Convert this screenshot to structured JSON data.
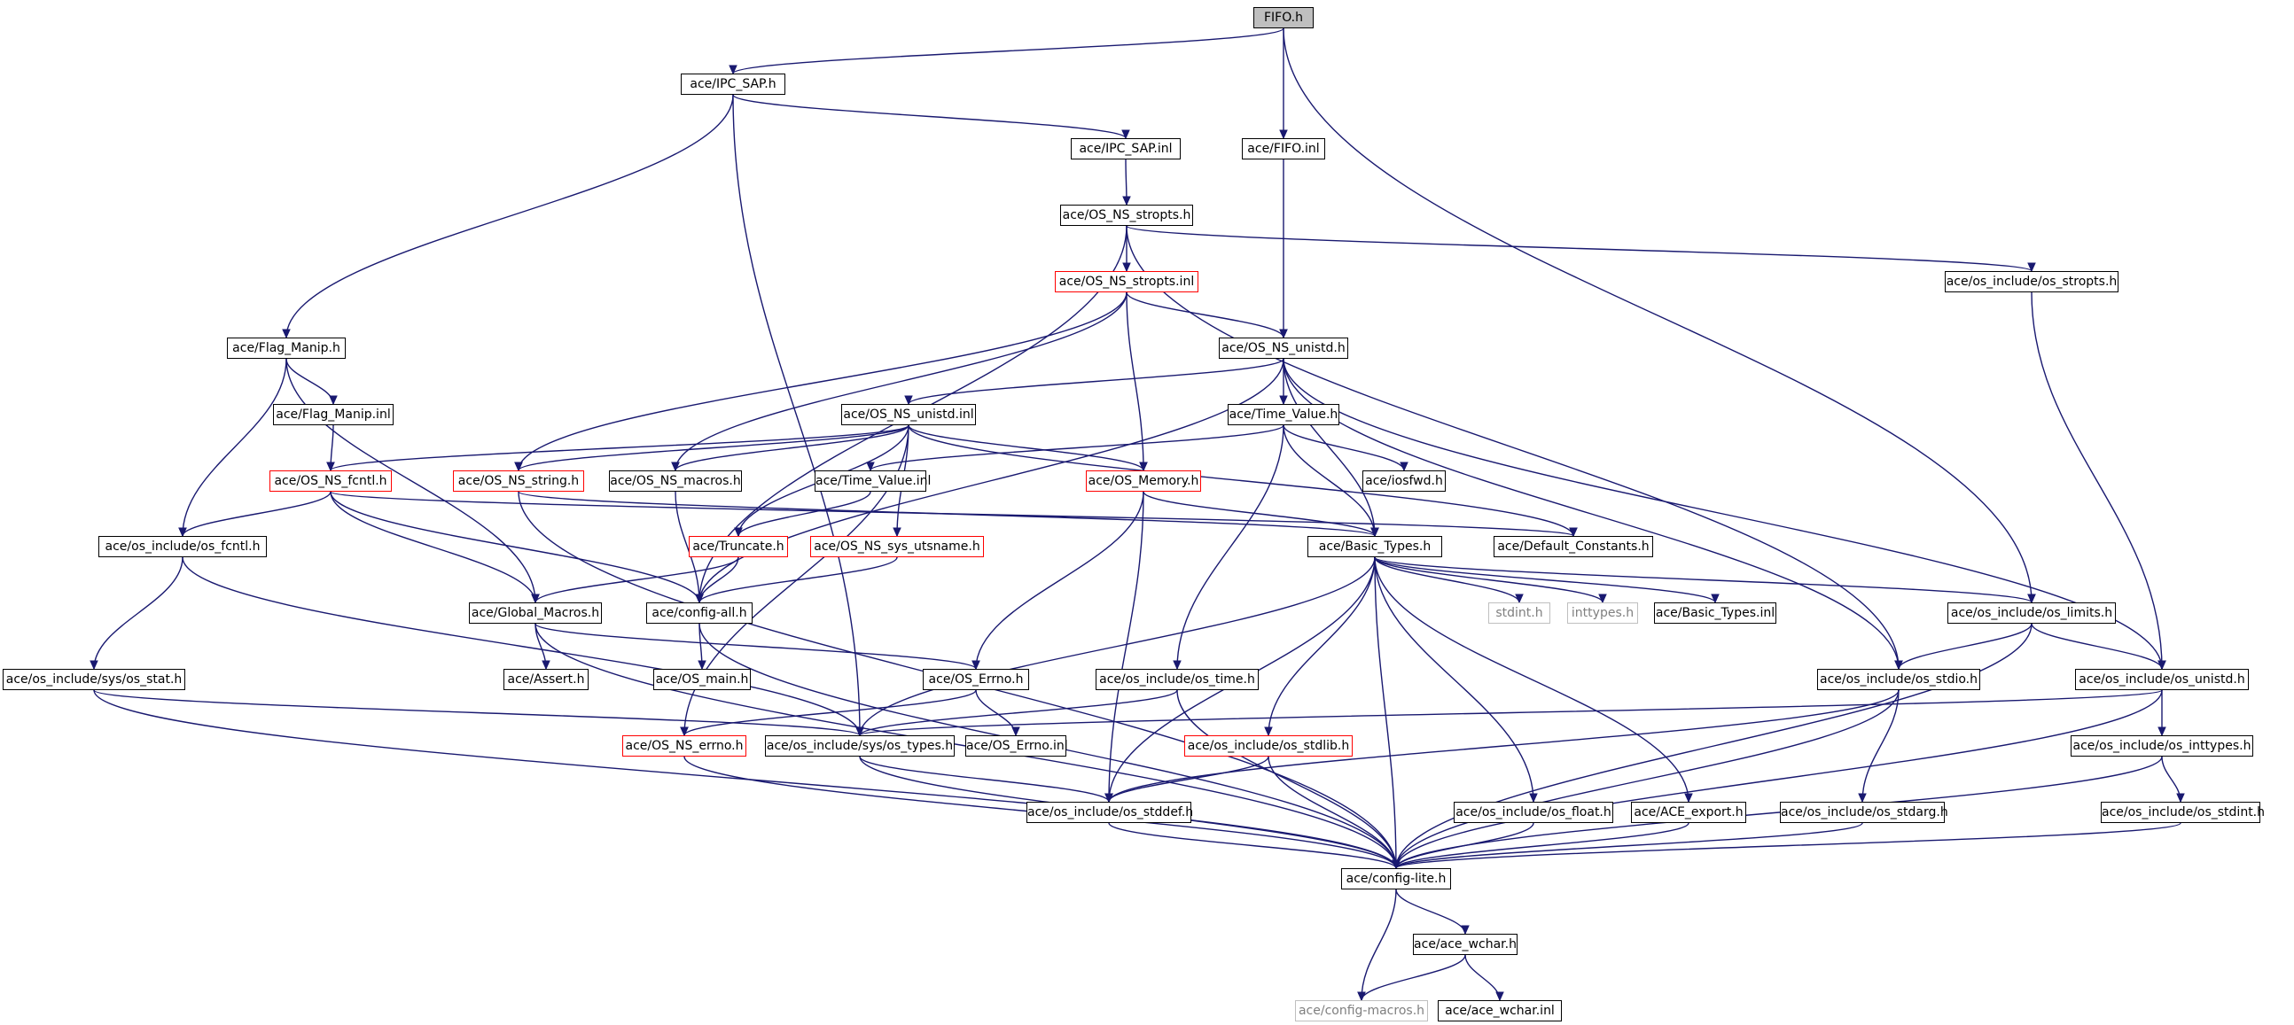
{
  "colors": {
    "edge": "#191970",
    "root_fill": "#bfbfbf",
    "node_border": "#000000",
    "truncated_border": "#ff0000",
    "missing_border": "#bfbfbf"
  },
  "nodes": {
    "fifo_h": {
      "label": "FIFO.h",
      "style": "root"
    },
    "ipc_sap_h": {
      "label": "ace/IPC_SAP.h",
      "style": "normal"
    },
    "ipc_sap_inl": {
      "label": "ace/IPC_SAP.inl",
      "style": "normal"
    },
    "fifo_inl": {
      "label": "ace/FIFO.inl",
      "style": "normal"
    },
    "os_ns_stropts_h": {
      "label": "ace/OS_NS_stropts.h",
      "style": "normal"
    },
    "os_ns_stropts_inl": {
      "label": "ace/OS_NS_stropts.inl",
      "style": "truncated"
    },
    "os_include_stropts_h": {
      "label": "ace/os_include/os_stropts.h",
      "style": "normal"
    },
    "flag_manip_h": {
      "label": "ace/Flag_Manip.h",
      "style": "normal"
    },
    "os_ns_unistd_h": {
      "label": "ace/OS_NS_unistd.h",
      "style": "normal"
    },
    "flag_manip_inl": {
      "label": "ace/Flag_Manip.inl",
      "style": "normal"
    },
    "os_ns_unistd_inl": {
      "label": "ace/OS_NS_unistd.inl",
      "style": "normal"
    },
    "time_value_h": {
      "label": "ace/Time_Value.h",
      "style": "normal"
    },
    "os_ns_fcntl_h": {
      "label": "ace/OS_NS_fcntl.h",
      "style": "truncated"
    },
    "os_ns_string_h": {
      "label": "ace/OS_NS_string.h",
      "style": "truncated"
    },
    "os_ns_macros_h": {
      "label": "ace/OS_NS_macros.h",
      "style": "normal"
    },
    "time_value_inl": {
      "label": "ace/Time_Value.inl",
      "style": "normal"
    },
    "os_memory_h": {
      "label": "ace/OS_Memory.h",
      "style": "truncated"
    },
    "iosfwd_h": {
      "label": "ace/iosfwd.h",
      "style": "normal"
    },
    "os_include_os_fcntl_h": {
      "label": "ace/os_include/os_fcntl.h",
      "style": "normal"
    },
    "truncate_h": {
      "label": "ace/Truncate.h",
      "style": "truncated"
    },
    "os_ns_sys_utsname_h": {
      "label": "ace/OS_NS_sys_utsname.h",
      "style": "truncated"
    },
    "default_constants_h": {
      "label": "ace/Default_Constants.h",
      "style": "normal"
    },
    "basic_types_h": {
      "label": "ace/Basic_Types.h",
      "style": "normal"
    },
    "global_macros_h": {
      "label": "ace/Global_Macros.h",
      "style": "normal"
    },
    "config_all_h": {
      "label": "ace/config-all.h",
      "style": "normal"
    },
    "stdint_h": {
      "label": "stdint.h",
      "style": "missing"
    },
    "inttypes_h": {
      "label": "inttypes.h",
      "style": "missing"
    },
    "basic_types_inl": {
      "label": "ace/Basic_Types.inl",
      "style": "normal"
    },
    "os_include_os_limits_h": {
      "label": "ace/os_include/os_limits.h",
      "style": "normal"
    },
    "os_include_sys_os_stat_h": {
      "label": "ace/os_include/sys/os_stat.h",
      "style": "normal"
    },
    "assert_h": {
      "label": "ace/Assert.h",
      "style": "normal"
    },
    "os_main_h": {
      "label": "ace/OS_main.h",
      "style": "normal"
    },
    "os_errno_h": {
      "label": "ace/OS_Errno.h",
      "style": "normal"
    },
    "os_include_os_time_h": {
      "label": "ace/os_include/os_time.h",
      "style": "normal"
    },
    "os_include_os_stdio_h": {
      "label": "ace/os_include/os_stdio.h",
      "style": "normal"
    },
    "os_include_os_unistd_h": {
      "label": "ace/os_include/os_unistd.h",
      "style": "normal"
    },
    "os_ns_errno_h": {
      "label": "ace/OS_NS_errno.h",
      "style": "truncated"
    },
    "os_include_sys_os_types_h": {
      "label": "ace/os_include/sys/os_types.h",
      "style": "normal"
    },
    "os_errno_inl": {
      "label": "ace/OS_Errno.inl",
      "style": "normal"
    },
    "os_include_os_stdlib_h": {
      "label": "ace/os_include/os_stdlib.h",
      "style": "truncated"
    },
    "os_include_os_inttypes_h": {
      "label": "ace/os_include/os_inttypes.h",
      "style": "normal"
    },
    "os_include_os_stddef_h": {
      "label": "ace/os_include/os_stddef.h",
      "style": "normal"
    },
    "os_include_os_float_h": {
      "label": "ace/os_include/os_float.h",
      "style": "normal"
    },
    "ace_export_h": {
      "label": "ace/ACE_export.h",
      "style": "normal"
    },
    "os_include_os_stdarg_h": {
      "label": "ace/os_include/os_stdarg.h",
      "style": "normal"
    },
    "os_include_os_stdint_h": {
      "label": "ace/os_include/os_stdint.h",
      "style": "normal"
    },
    "config_lite_h": {
      "label": "ace/config-lite.h",
      "style": "normal"
    },
    "ace_wchar_h": {
      "label": "ace/ace_wchar.h",
      "style": "normal"
    },
    "config_macros_h": {
      "label": "ace/config-macros.h",
      "style": "missing"
    },
    "ace_wchar_inl": {
      "label": "ace/ace_wchar.inl",
      "style": "normal"
    }
  },
  "edges": [
    [
      "fifo_h",
      "ipc_sap_h"
    ],
    [
      "fifo_h",
      "fifo_inl"
    ],
    [
      "fifo_h",
      "os_include_os_limits_h"
    ],
    [
      "ipc_sap_h",
      "ipc_sap_inl"
    ],
    [
      "ipc_sap_h",
      "flag_manip_h"
    ],
    [
      "ipc_sap_h",
      "os_include_sys_os_types_h"
    ],
    [
      "ipc_sap_inl",
      "os_ns_stropts_h"
    ],
    [
      "fifo_inl",
      "os_ns_unistd_h"
    ],
    [
      "os_ns_stropts_h",
      "os_ns_stropts_inl"
    ],
    [
      "os_ns_stropts_h",
      "os_include_stropts_h"
    ],
    [
      "os_ns_stropts_h",
      "config_all_h"
    ],
    [
      "os_ns_stropts_h",
      "os_include_os_stdio_h"
    ],
    [
      "os_ns_stropts_inl",
      "os_ns_unistd_h"
    ],
    [
      "os_ns_stropts_inl",
      "os_ns_string_h"
    ],
    [
      "os_ns_stropts_inl",
      "os_ns_macros_h"
    ],
    [
      "os_ns_stropts_inl",
      "os_memory_h"
    ],
    [
      "os_include_stropts_h",
      "os_include_os_unistd_h"
    ],
    [
      "flag_manip_h",
      "flag_manip_inl"
    ],
    [
      "flag_manip_h",
      "os_include_os_fcntl_h"
    ],
    [
      "flag_manip_h",
      "global_macros_h"
    ],
    [
      "flag_manip_inl",
      "os_ns_fcntl_h"
    ],
    [
      "os_ns_unistd_h",
      "os_ns_unistd_inl"
    ],
    [
      "os_ns_unistd_h",
      "time_value_h"
    ],
    [
      "os_ns_unistd_h",
      "basic_types_h"
    ],
    [
      "os_ns_unistd_h",
      "config_all_h"
    ],
    [
      "os_ns_unistd_h",
      "os_include_os_unistd_h"
    ],
    [
      "os_ns_unistd_h",
      "os_include_os_stdio_h"
    ],
    [
      "os_ns_unistd_inl",
      "os_ns_fcntl_h"
    ],
    [
      "os_ns_unistd_inl",
      "os_ns_string_h"
    ],
    [
      "os_ns_unistd_inl",
      "os_ns_macros_h"
    ],
    [
      "os_ns_unistd_inl",
      "os_memory_h"
    ],
    [
      "os_ns_unistd_inl",
      "truncate_h"
    ],
    [
      "os_ns_unistd_inl",
      "os_ns_sys_utsname_h"
    ],
    [
      "os_ns_unistd_inl",
      "default_constants_h"
    ],
    [
      "os_ns_unistd_inl",
      "os_ns_errno_h"
    ],
    [
      "time_value_h",
      "time_value_inl"
    ],
    [
      "time_value_h",
      "iosfwd_h"
    ],
    [
      "time_value_h",
      "basic_types_h"
    ],
    [
      "time_value_h",
      "os_include_os_time_h"
    ],
    [
      "os_ns_fcntl_h",
      "os_include_os_fcntl_h"
    ],
    [
      "os_ns_fcntl_h",
      "global_macros_h"
    ],
    [
      "os_ns_fcntl_h",
      "config_all_h"
    ],
    [
      "os_ns_fcntl_h",
      "default_constants_h"
    ],
    [
      "os_ns_string_h",
      "basic_types_h"
    ],
    [
      "os_ns_string_h",
      "config_lite_h"
    ],
    [
      "os_ns_macros_h",
      "config_all_h"
    ],
    [
      "time_value_inl",
      "truncate_h"
    ],
    [
      "os_memory_h",
      "basic_types_h"
    ],
    [
      "os_memory_h",
      "os_errno_h"
    ],
    [
      "os_memory_h",
      "os_include_os_stddef_h"
    ],
    [
      "os_include_os_fcntl_h",
      "os_include_sys_os_stat_h"
    ],
    [
      "os_include_os_fcntl_h",
      "os_include_sys_os_types_h"
    ],
    [
      "truncate_h",
      "global_macros_h"
    ],
    [
      "truncate_h",
      "config_all_h"
    ],
    [
      "os_ns_sys_utsname_h",
      "config_all_h"
    ],
    [
      "basic_types_h",
      "stdint_h"
    ],
    [
      "basic_types_h",
      "inttypes_h"
    ],
    [
      "basic_types_h",
      "basic_types_inl"
    ],
    [
      "basic_types_h",
      "os_include_os_limits_h"
    ],
    [
      "basic_types_h",
      "os_include_os_stdlib_h"
    ],
    [
      "basic_types_h",
      "os_include_os_float_h"
    ],
    [
      "basic_types_h",
      "ace_export_h"
    ],
    [
      "basic_types_h",
      "config_lite_h"
    ],
    [
      "basic_types_h",
      "os_include_sys_os_types_h"
    ],
    [
      "basic_types_h",
      "os_include_os_stddef_h"
    ],
    [
      "global_macros_h",
      "assert_h"
    ],
    [
      "global_macros_h",
      "os_errno_h"
    ],
    [
      "global_macros_h",
      "config_lite_h"
    ],
    [
      "config_all_h",
      "os_main_h"
    ],
    [
      "config_all_h",
      "config_lite_h"
    ],
    [
      "os_include_os_limits_h",
      "os_include_os_unistd_h"
    ],
    [
      "os_include_os_limits_h",
      "os_include_os_stdio_h"
    ],
    [
      "os_include_os_limits_h",
      "config_lite_h"
    ],
    [
      "os_include_sys_os_stat_h",
      "os_include_sys_os_types_h"
    ],
    [
      "os_include_sys_os_stat_h",
      "config_lite_h"
    ],
    [
      "os_errno_h",
      "os_errno_inl"
    ],
    [
      "os_errno_h",
      "os_ns_errno_h"
    ],
    [
      "os_include_os_time_h",
      "os_include_sys_os_types_h"
    ],
    [
      "os_include_os_time_h",
      "config_lite_h"
    ],
    [
      "os_include_os_stdio_h",
      "os_include_os_stdarg_h"
    ],
    [
      "os_include_os_stdio_h",
      "config_lite_h"
    ],
    [
      "os_include_os_stdio_h",
      "os_include_os_stddef_h"
    ],
    [
      "os_include_os_unistd_h",
      "os_include_os_inttypes_h"
    ],
    [
      "os_include_os_unistd_h",
      "config_lite_h"
    ],
    [
      "os_include_os_unistd_h",
      "os_include_sys_os_types_h"
    ],
    [
      "os_ns_errno_h",
      "config_lite_h"
    ],
    [
      "os_include_sys_os_types_h",
      "os_include_os_stddef_h"
    ],
    [
      "os_include_sys_os_types_h",
      "config_lite_h"
    ],
    [
      "os_include_os_stdlib_h",
      "os_include_os_stddef_h"
    ],
    [
      "os_include_os_stdlib_h",
      "config_lite_h"
    ],
    [
      "os_include_os_inttypes_h",
      "os_include_os_stdint_h"
    ],
    [
      "os_include_os_inttypes_h",
      "config_lite_h"
    ],
    [
      "os_include_os_stddef_h",
      "config_lite_h"
    ],
    [
      "os_include_os_float_h",
      "config_lite_h"
    ],
    [
      "ace_export_h",
      "config_lite_h"
    ],
    [
      "os_include_os_stdarg_h",
      "config_lite_h"
    ],
    [
      "os_include_os_stdint_h",
      "config_lite_h"
    ],
    [
      "config_lite_h",
      "ace_wchar_h"
    ],
    [
      "config_lite_h",
      "config_macros_h"
    ],
    [
      "ace_wchar_h",
      "config_macros_h"
    ],
    [
      "ace_wchar_h",
      "ace_wchar_inl"
    ]
  ]
}
